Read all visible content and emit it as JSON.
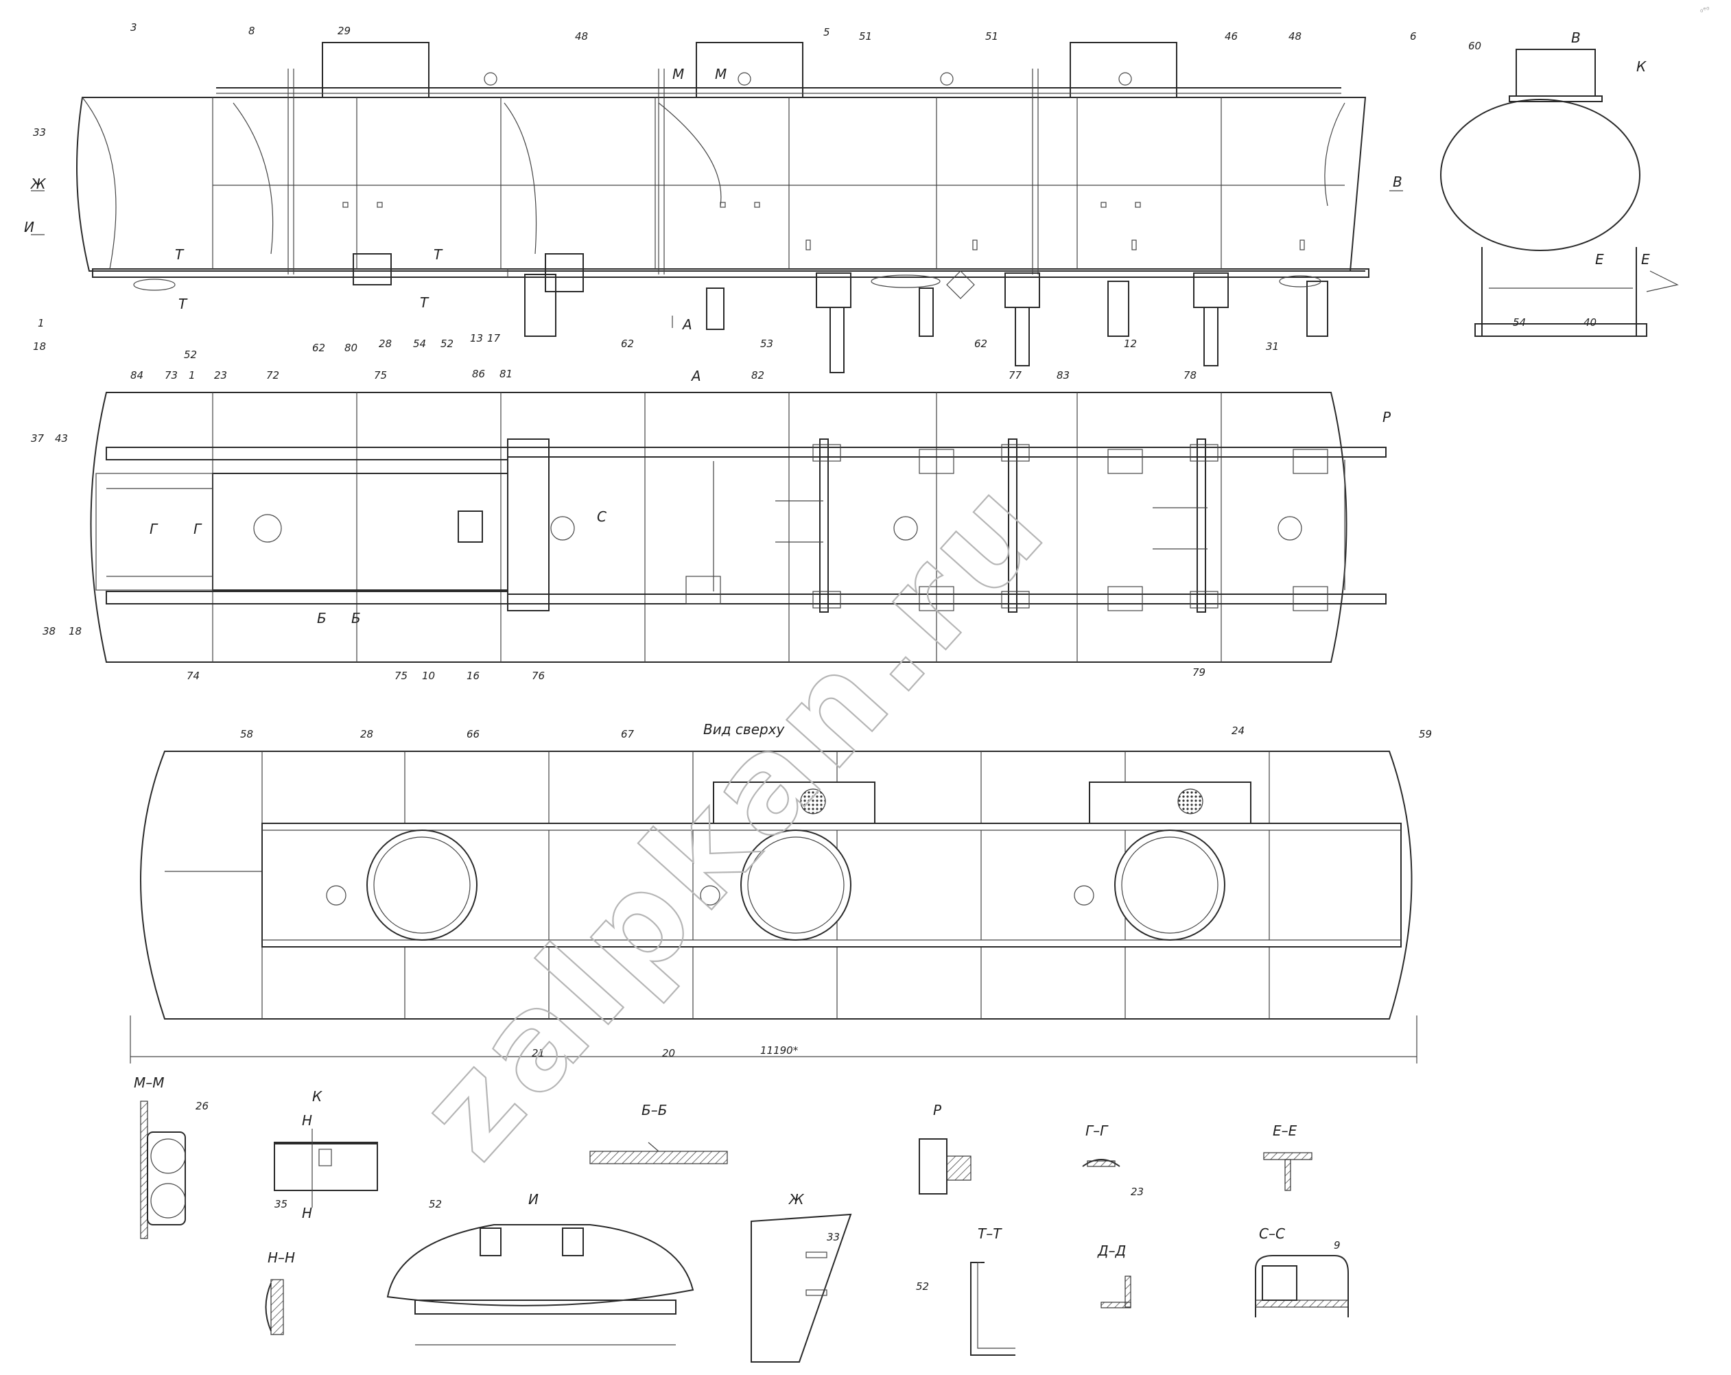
{
  "drawing": {
    "watermark": "zalpkan.ru",
    "corner_mark": "₀ᵉ⁰",
    "view_top_title": "Вид сверху",
    "overall_dimension": "11190*",
    "section_labels": {
      "A": "А",
      "B": "В",
      "Zh": "Ж",
      "I": "И",
      "T": "Т",
      "M": "М",
      "E": "Е",
      "K": "К",
      "P": "Р",
      "S": "С",
      "G": "Г",
      "Bb": "Б"
    },
    "details": [
      {
        "key": "mm",
        "label": "М–М",
        "leader": "26"
      },
      {
        "key": "k",
        "label": "К",
        "leader": "35",
        "cut": "Н"
      },
      {
        "key": "bb",
        "label": "Б–Б"
      },
      {
        "key": "p",
        "label": "Р"
      },
      {
        "key": "gg",
        "label": "Г–Г",
        "leader": "23"
      },
      {
        "key": "ee",
        "label": "Е–Е"
      },
      {
        "key": "nn",
        "label": "Н–Н"
      },
      {
        "key": "i",
        "label": "И",
        "leader": "52"
      },
      {
        "key": "zh",
        "label": "Ж",
        "leader": "33"
      },
      {
        "key": "tt",
        "label": "Т–Т",
        "leader": "52"
      },
      {
        "key": "dd",
        "label": "Д–Д"
      },
      {
        "key": "ss",
        "label": "С–С",
        "leader": "9"
      }
    ],
    "side_view_leaders": [
      "3",
      "8",
      "29",
      "48",
      "5",
      "51",
      "51",
      "46",
      "48",
      "6",
      "33",
      "1",
      "18",
      "52",
      "62",
      "80",
      "28",
      "54",
      "52",
      "13",
      "17",
      "62",
      "53",
      "62",
      "12",
      "31"
    ],
    "plan_view_leaders": [
      "84",
      "73",
      "1",
      "23",
      "72",
      "75",
      "86",
      "81",
      "82",
      "77",
      "83",
      "78",
      "37",
      "43",
      "38",
      "18",
      "74",
      "75",
      "10",
      "16",
      "76",
      "79"
    ],
    "top_view_leaders": [
      "58",
      "28",
      "66",
      "67",
      "24",
      "59",
      "21",
      "20"
    ],
    "end_view_leaders": [
      "60",
      "54",
      "40"
    ]
  }
}
